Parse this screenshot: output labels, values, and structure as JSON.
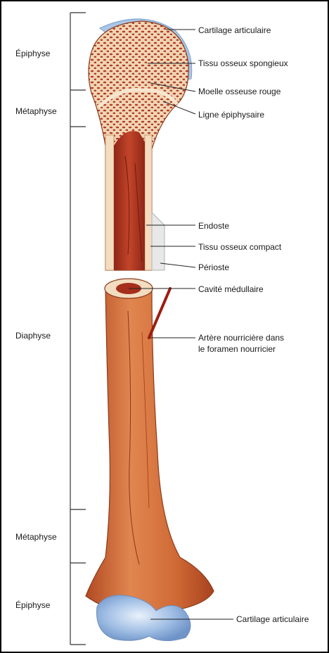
{
  "regions": {
    "epiphyse_top": "Épiphyse",
    "metaphyse_top": "Métaphyse",
    "diaphyse": "Diaphyse",
    "metaphyse_bottom": "Métaphyse",
    "epiphyse_bottom": "Épiphyse"
  },
  "callouts": {
    "cartilage_top": "Cartilage articulaire",
    "tissu_spongieux": "Tissu osseux spongieux",
    "moelle_rouge": "Moelle osseuse rouge",
    "ligne_epiphysaire": "Ligne épiphysaire",
    "endoste": "Endoste",
    "tissu_compact": "Tissu osseux compact",
    "perioste": "Périoste",
    "cavite_medullaire": "Cavité médullaire",
    "artere_line1": "Artère nourricière dans",
    "artere_line2": "le foramen nourricier",
    "cartilage_bottom": "Cartilage articulaire"
  },
  "colors": {
    "bone": "#c95a2e",
    "bone_light": "#e38a55",
    "marrow": "#a62e1c",
    "cortex": "#f3dcc0",
    "cartilage": "#a9c6e8"
  }
}
